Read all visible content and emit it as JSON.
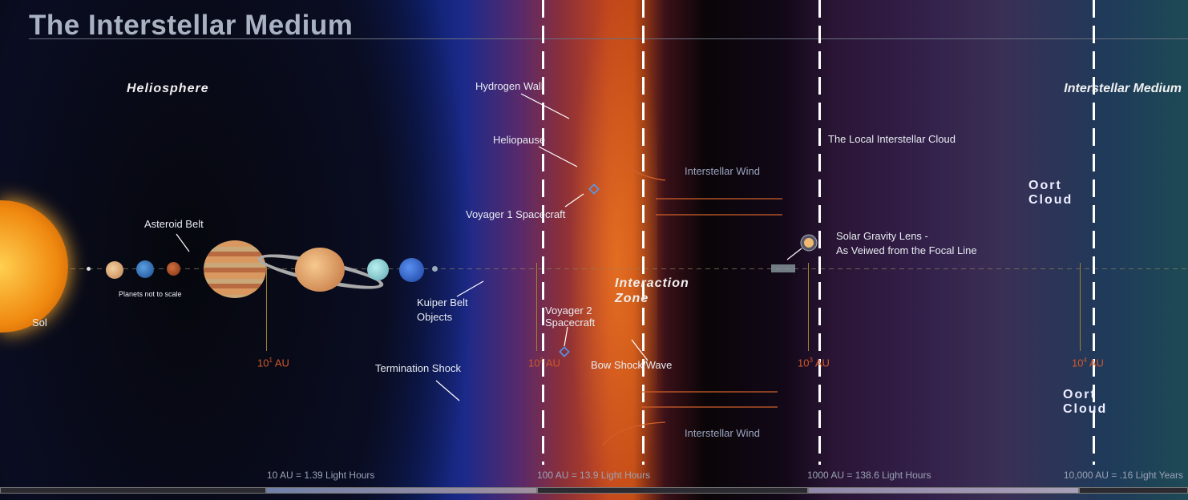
{
  "title": "The Interstellar Medium",
  "regions": {
    "heliosphere": "Heliosphere",
    "interstellar_medium": "Interstellar Medium",
    "interaction_zone_1": "Interaction",
    "interaction_zone_2": "Zone"
  },
  "labels": {
    "hydrogen_wall": "Hydrogen Wall",
    "heliopause": "Heliopause",
    "voyager1": "Voyager 1 Spacecraft",
    "voyager2_1": "Voyager 2",
    "voyager2_2": "Spacecraft",
    "asteroid_belt": "Asteroid Belt",
    "planets_note": "Planets not to scale",
    "sol": "Sol",
    "kuiper_1": "Kuiper Belt",
    "kuiper_2": "Objects",
    "termination_shock": "Termination Shock",
    "bow_shock": "Bow Shock/Wave",
    "interstellar_wind_top": "Interstellar Wind",
    "interstellar_wind_bottom": "Interstellar Wind",
    "local_cloud": "The Local Interstellar Cloud",
    "lens_1": "Solar Gravity Lens -",
    "lens_2": "As Veiwed from the Focal Line",
    "oort_top_1": "Oort",
    "oort_top_2": "Cloud",
    "oort_bottom_1": "Oort",
    "oort_bottom_2": "Cloud"
  },
  "au_marks": [
    {
      "base": "10",
      "exp": "1",
      "unit": "AU"
    },
    {
      "base": "10",
      "exp": "2",
      "unit": "AU"
    },
    {
      "base": "10",
      "exp": "3",
      "unit": "AU"
    },
    {
      "base": "10",
      "exp": "4",
      "unit": "AU"
    }
  ],
  "scale": [
    "10 AU = 1.39 Light Hours",
    "100 AU = 13.9 Light Hours",
    "1000 AU = 138.6 Light Hours",
    "10,000 AU = .16 Light Years"
  ]
}
